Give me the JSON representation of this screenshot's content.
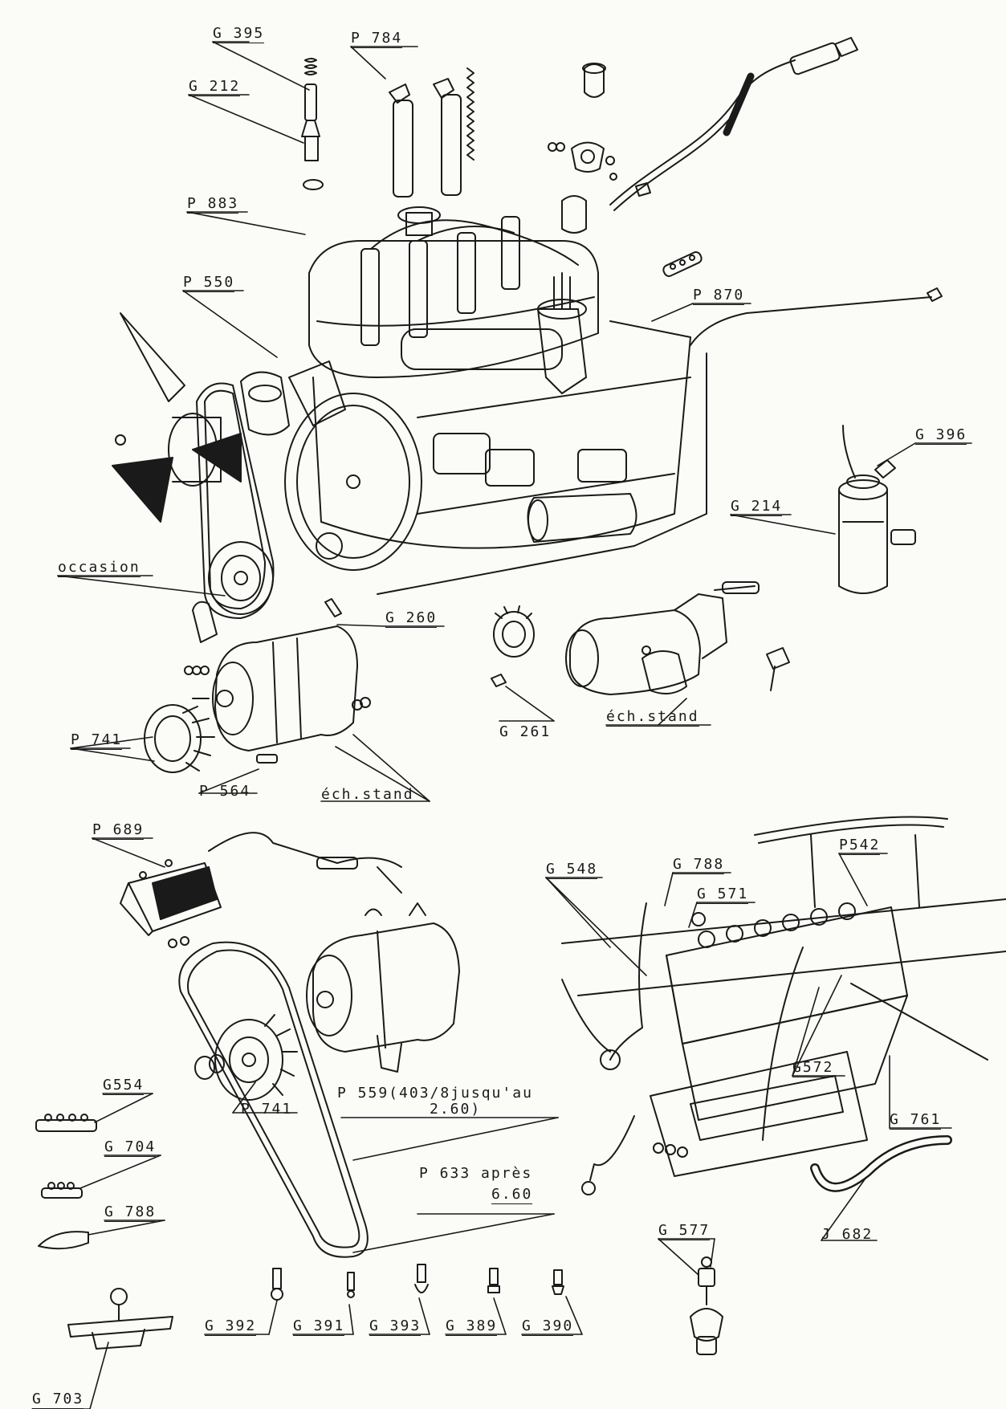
{
  "labels": {
    "g395": "G 395",
    "g212": "G 212",
    "p784": "P 784",
    "p883": "P 883",
    "p550": "P 550",
    "p870": "P 870",
    "g396": "G 396",
    "g214": "G 214",
    "occasion": "occasion",
    "g260": "G 260",
    "g261": "G 261",
    "ech_stand_starter": "éch.stand",
    "p741_top": "P 741",
    "p564": "P 564",
    "ech_stand_dynamo": "éch.stand",
    "p689": "P 689",
    "g548": "G 548",
    "g788_top": "G 788",
    "g571": "G 571",
    "p542": "P542",
    "g572": "G572",
    "g761": "G 761",
    "g554": "G554",
    "p741_bottom": "P 741",
    "p559_line1": "P 559(403/8jusqu'au",
    "p559_line2": "2.60)",
    "g704": "G 704",
    "p633_line1": "P 633 après",
    "p633_line2": "6.60",
    "g788_bottom": "G 788",
    "j682": "J 682",
    "g577": "G 577",
    "g392": "G 392",
    "g391": "G 391",
    "g393": "G 393",
    "g389": "G 389",
    "g390": "G 390",
    "g703": "G 703"
  },
  "colors": {
    "ink": "#1a1a1a",
    "paper": "#fbfbf8"
  }
}
